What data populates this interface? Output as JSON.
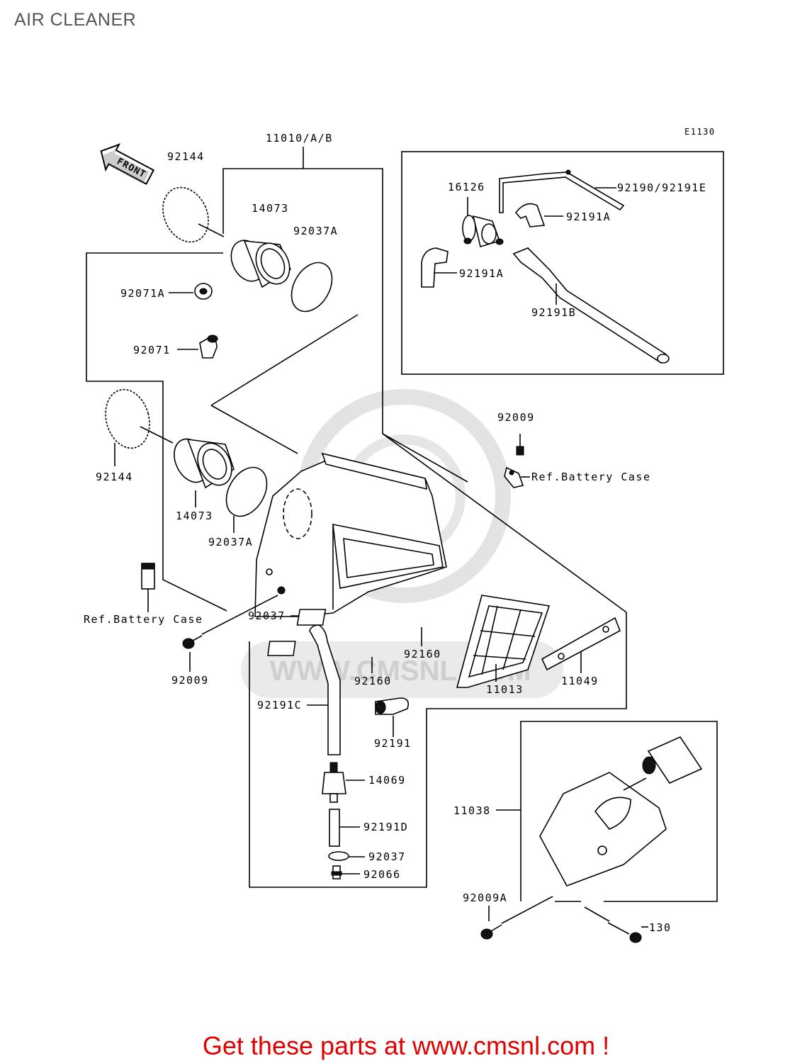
{
  "page": {
    "title": "AIR CLEANER",
    "diagram_code": "E1130",
    "footer_text": "Get these parts at www.cmsnl.com !"
  },
  "watermark": {
    "text": "WWW.CMSNL.COM"
  },
  "front_marker": {
    "label": "FRONT"
  },
  "callouts": {
    "p11010": "11010/A/B",
    "p92144_top": "92144",
    "p14073_top": "14073",
    "p92037A_top": "92037A",
    "p92071A": "92071A",
    "p92071": "92071",
    "p92144_bot": "92144",
    "p14073_bot": "14073",
    "p92037A_bot": "92037A",
    "p16126": "16126",
    "p92190": "92190/92191E",
    "p92191A_top": "92191A",
    "p92191A_left": "92191A",
    "p92191B": "92191B",
    "p92009_top": "92009",
    "ref_battery_right": "Ref.Battery Case",
    "ref_battery_left": "Ref.Battery Case",
    "p92037": "92037",
    "p92009_left": "92009",
    "p92160_right": "92160",
    "p92160_left": "92160",
    "p11013": "11013",
    "p11049": "11049",
    "p92191C": "92191C",
    "p92191": "92191",
    "p14069": "14069",
    "p92191D": "92191D",
    "p92037_bot": "92037",
    "p92066": "92066",
    "p11038": "11038",
    "p92009A": "92009A",
    "p130": "130"
  }
}
